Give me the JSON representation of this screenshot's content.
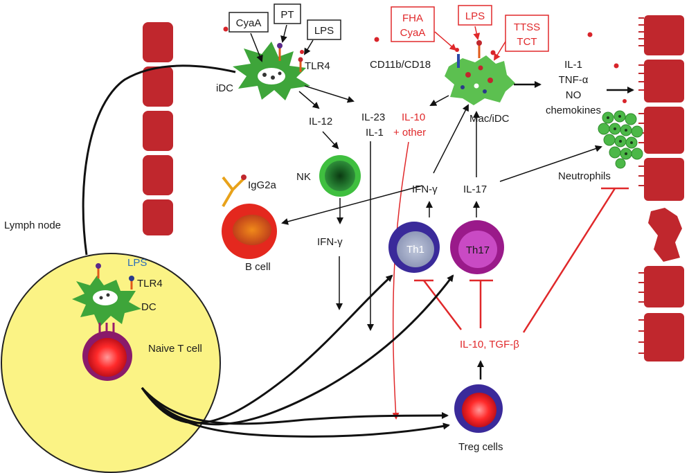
{
  "diagram": {
    "antigens_dc": [
      "CyaA",
      "PT",
      "LPS"
    ],
    "antigens_mac": [
      "FHA",
      "CyaA",
      "LPS",
      "TTSS",
      "TCT"
    ],
    "labels": {
      "tlr4_top": "TLR4",
      "idc": "iDC",
      "il12": "IL-12",
      "il23": "IL-23",
      "il1": "IL-1",
      "cd11b": "CD11b/CD18",
      "il10_top": "IL-10",
      "plus_other": "+ other",
      "mac_idc": "Mac/iDC",
      "cytokines": [
        "IL-1",
        "TNF-α",
        "NO",
        "chemokines"
      ],
      "nk": "NK",
      "igg2a": "IgG2a",
      "ifng_left": "IFN-γ",
      "ifng_th1": "IFN-γ",
      "il17": "IL-17",
      "neutrophils": "Neutrophils",
      "b_cell": "B cell",
      "lymph_node": "Lymph node",
      "lps_ln": "LPS",
      "tlr4_ln": "TLR4",
      "dc": "DC",
      "naive_t": "Naive T cell",
      "th1": "Th1",
      "th17": "Th17",
      "il10_tgfb": "IL-10, TGF-β",
      "treg": "Treg cells"
    }
  }
}
